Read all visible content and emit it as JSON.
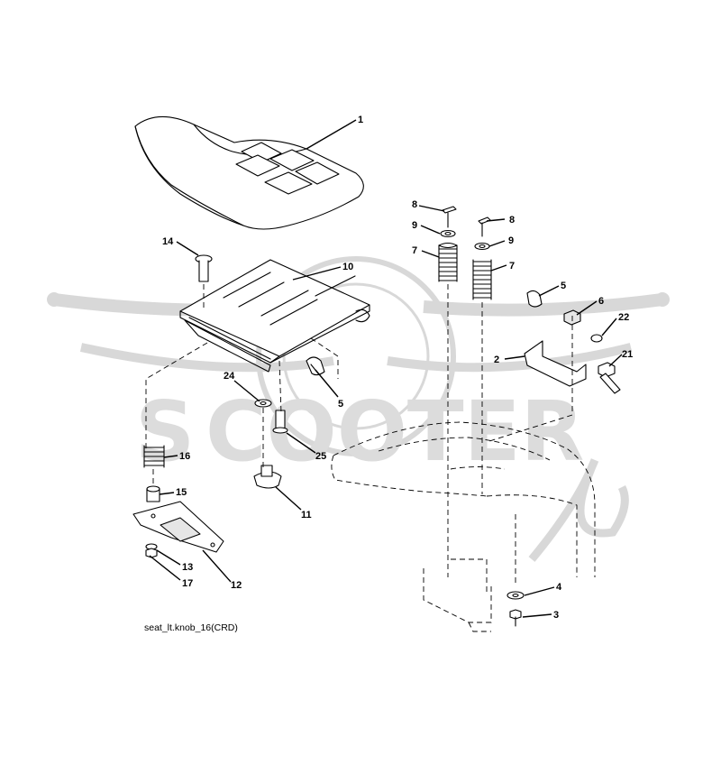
{
  "diagram": {
    "caption": "seat_lt.knob_16(CRD)",
    "watermark": {
      "brand": "SCOOTER",
      "script": "zip",
      "color": "#dcdcdc"
    },
    "callouts": [
      {
        "id": "c1",
        "label": "1"
      },
      {
        "id": "c8a",
        "label": "8"
      },
      {
        "id": "c8b",
        "label": "8"
      },
      {
        "id": "c9a",
        "label": "9"
      },
      {
        "id": "c9b",
        "label": "9"
      },
      {
        "id": "c7a",
        "label": "7"
      },
      {
        "id": "c7b",
        "label": "7"
      },
      {
        "id": "c14",
        "label": "14"
      },
      {
        "id": "c10",
        "label": "10"
      },
      {
        "id": "c5a",
        "label": "5"
      },
      {
        "id": "c5b",
        "label": "5"
      },
      {
        "id": "c6",
        "label": "6"
      },
      {
        "id": "c22",
        "label": "22"
      },
      {
        "id": "c2",
        "label": "2"
      },
      {
        "id": "c21",
        "label": "21"
      },
      {
        "id": "c24",
        "label": "24"
      },
      {
        "id": "c25",
        "label": "25"
      },
      {
        "id": "c16",
        "label": "16"
      },
      {
        "id": "c15",
        "label": "15"
      },
      {
        "id": "c11",
        "label": "11"
      },
      {
        "id": "c13",
        "label": "13"
      },
      {
        "id": "c17",
        "label": "17"
      },
      {
        "id": "c12",
        "label": "12"
      },
      {
        "id": "c4",
        "label": "4"
      },
      {
        "id": "c3",
        "label": "3"
      }
    ]
  }
}
